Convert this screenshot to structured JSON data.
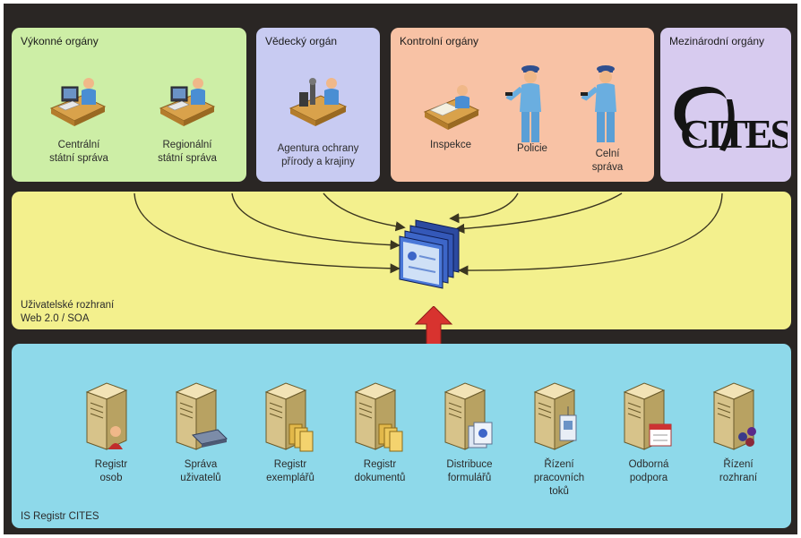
{
  "panels": {
    "vykonne": {
      "title": "Výkonné orgány",
      "items": [
        {
          "line1": "Centrální",
          "line2": "státní správa"
        },
        {
          "line1": "Regionální",
          "line2": "státní správa"
        }
      ]
    },
    "vedecky": {
      "title": "Vědecký orgán",
      "items": [
        {
          "line1": "Agentura ochrany",
          "line2": "přírody a krajiny"
        }
      ]
    },
    "kontrolni": {
      "title": "Kontrolní orgány",
      "items": [
        {
          "line1": "Inspekce"
        },
        {
          "line1": "Policie"
        },
        {
          "line1": "Celní",
          "line2": "správa"
        }
      ]
    },
    "mezinarodni": {
      "title": "Mezinárodní orgány",
      "logo_text": "CITES"
    }
  },
  "ui_layer": {
    "line1": "Uživatelské rozhraní",
    "line2": "Web 2.0 / SOA"
  },
  "registry": {
    "title": "IS Registr CITES",
    "items": [
      {
        "lines": [
          "Registr",
          "osob"
        ],
        "icon": "person"
      },
      {
        "lines": [
          "Správa",
          "uživatelů"
        ],
        "icon": "disk"
      },
      {
        "lines": [
          "Registr",
          "exemplářů"
        ],
        "icon": "folders"
      },
      {
        "lines": [
          "Registr",
          "dokumentů"
        ],
        "icon": "folders"
      },
      {
        "lines": [
          "Distribuce",
          "formulářů"
        ],
        "icon": "forms"
      },
      {
        "lines": [
          "Řízení",
          "pracovních",
          "toků"
        ],
        "icon": "badge"
      },
      {
        "lines": [
          "Odborná",
          "podpora"
        ],
        "icon": "calendar"
      },
      {
        "lines": [
          "Řízení",
          "rozhraní"
        ],
        "icon": "network"
      }
    ]
  },
  "colors": {
    "background": "#2a2624",
    "green": "#cdeea6",
    "lavender": "#c8cbf2",
    "salmon": "#f8c2a5",
    "lilac": "#d7cbef",
    "yellow": "#f3f08d",
    "cyan": "#8ed9ea",
    "arrow_red": "#d8332f"
  }
}
